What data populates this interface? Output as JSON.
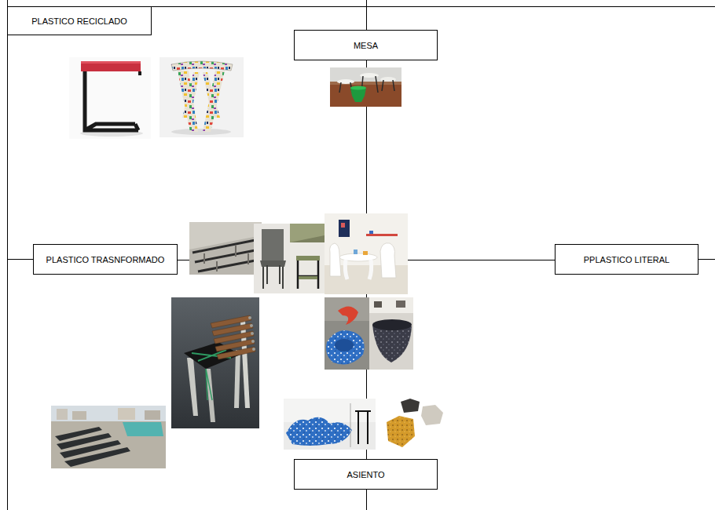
{
  "diagram": {
    "nodes": [
      {
        "text": [
          "PLASTICO RECICLADO"
        ]
      },
      {
        "text": [
          "MESA"
        ]
      },
      {
        "text": [
          "PLASTICO TRASNFORMADO"
        ]
      },
      {
        "text": [
          "PPLASTICO LITERAL"
        ]
      },
      {
        "text": [
          "ASIENTO"
        ]
      }
    ],
    "edges": [
      {
        "from": 1,
        "to": 4,
        "arrow": "none"
      },
      {
        "from": 2,
        "to": 3,
        "arrow": "none"
      }
    ]
  }
}
